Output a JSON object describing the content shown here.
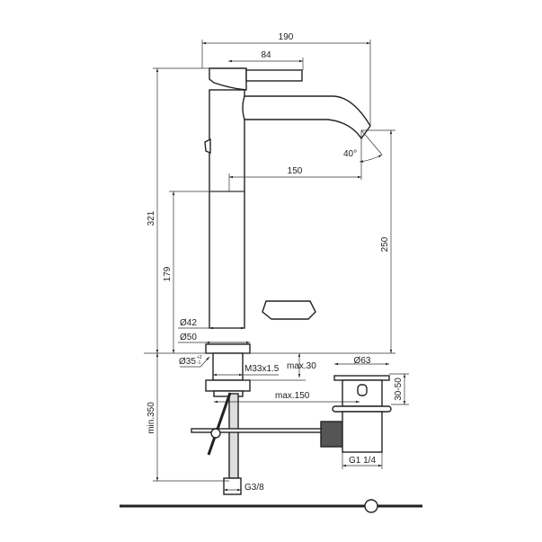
{
  "dimensions": {
    "overall_width": "190",
    "lever_length": "84",
    "total_height": "321",
    "body_lower_height": "179",
    "spout_height": "250",
    "spout_reach": "150",
    "spout_angle": "40°",
    "body_diameter": "Ø42",
    "base_diameter": "Ø50",
    "hole_diameter": "Ø35",
    "hole_tolerance_plus": "+2",
    "hole_tolerance_minus": "-1",
    "thread": "M33x1.5",
    "max_deck_thickness": "max.30",
    "max_rod_distance": "max.150",
    "min_installation_height": "min.350",
    "hose_connection": "G3/8",
    "waste_diameter": "Ø63",
    "waste_height_range": "30-50",
    "waste_thread": "G1 1/4"
  }
}
